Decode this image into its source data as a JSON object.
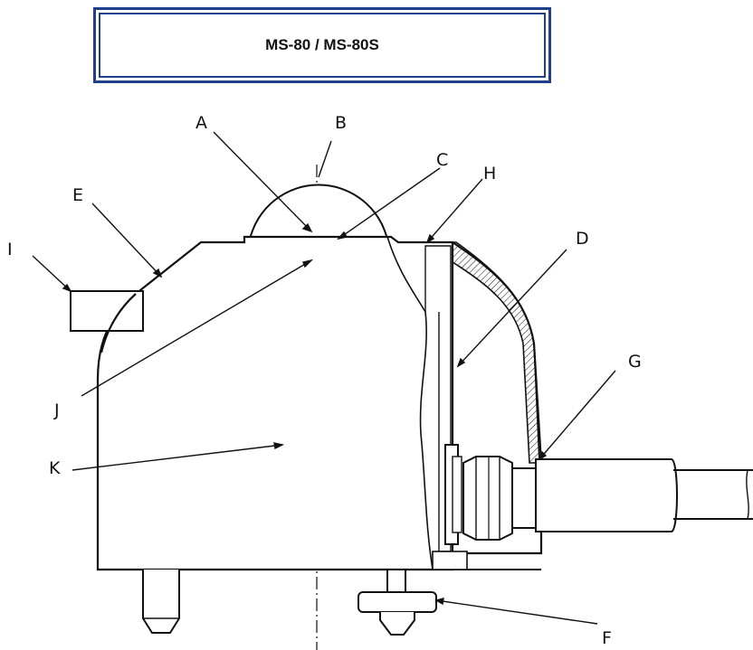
{
  "title": "MS-80 / MS-80S",
  "labels": {
    "A": "A",
    "B": "B",
    "C": "C",
    "D": "D",
    "E": "E",
    "F": "F",
    "G": "G",
    "H": "H",
    "I": "I",
    "J": "J",
    "K": "K"
  },
  "colors": {
    "frame": "#1f3f8f",
    "line": "#111111"
  }
}
